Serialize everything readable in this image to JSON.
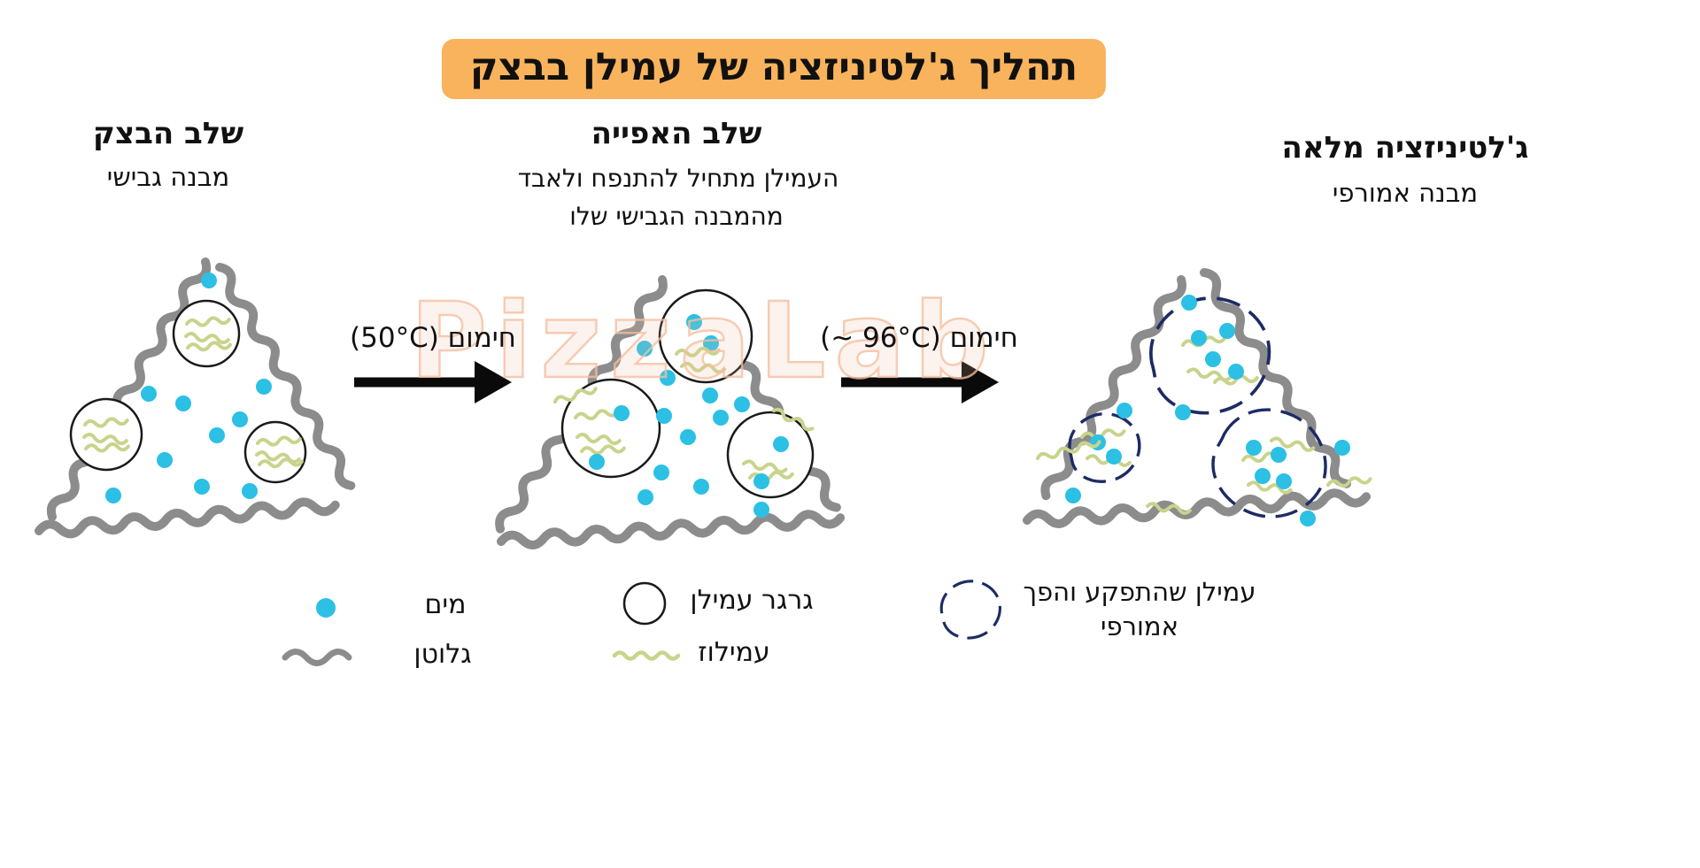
{
  "title": "תהליך ג'לטיניזציה של עמילן בבצק",
  "watermark": "PizzaLab",
  "stages": [
    {
      "heading": "שלב הבצק",
      "subtitle_lines": [
        "מבנה גבישי"
      ]
    },
    {
      "heading": "שלב האפייה",
      "subtitle_lines": [
        "העמילן מתחיל להתנפח ולאבד",
        "מהמבנה הגבישי שלו"
      ]
    },
    {
      "heading": "ג'לטיניזציה מלאה",
      "subtitle_lines": [
        "מבנה אמורפי"
      ]
    }
  ],
  "arrows": [
    {
      "label": "חימום ⁦(50°C)⁩"
    },
    {
      "label": "חימום ⁦(~ 96°C)⁩"
    }
  ],
  "legend": [
    {
      "icon": "water-dot-icon",
      "label": "מים"
    },
    {
      "icon": "gluten-wave-icon",
      "label": "גלוטן"
    },
    {
      "icon": "starch-granule-icon",
      "label": "גרגר עמילן"
    },
    {
      "icon": "amylose-squiggle-icon",
      "label": "עמילוז"
    },
    {
      "icon": "amorphous-starch-icon",
      "label": "עמילן שהתפקע והפך אמורפי"
    }
  ],
  "colors": {
    "title_bg": "#F8B35C",
    "water": "#2BC0E4",
    "gluten": "#8C8C8C",
    "amylose": "#C9D38C",
    "amorphous": "#1D2B64",
    "text": "#111111",
    "watermark": "#F5BF9F"
  }
}
